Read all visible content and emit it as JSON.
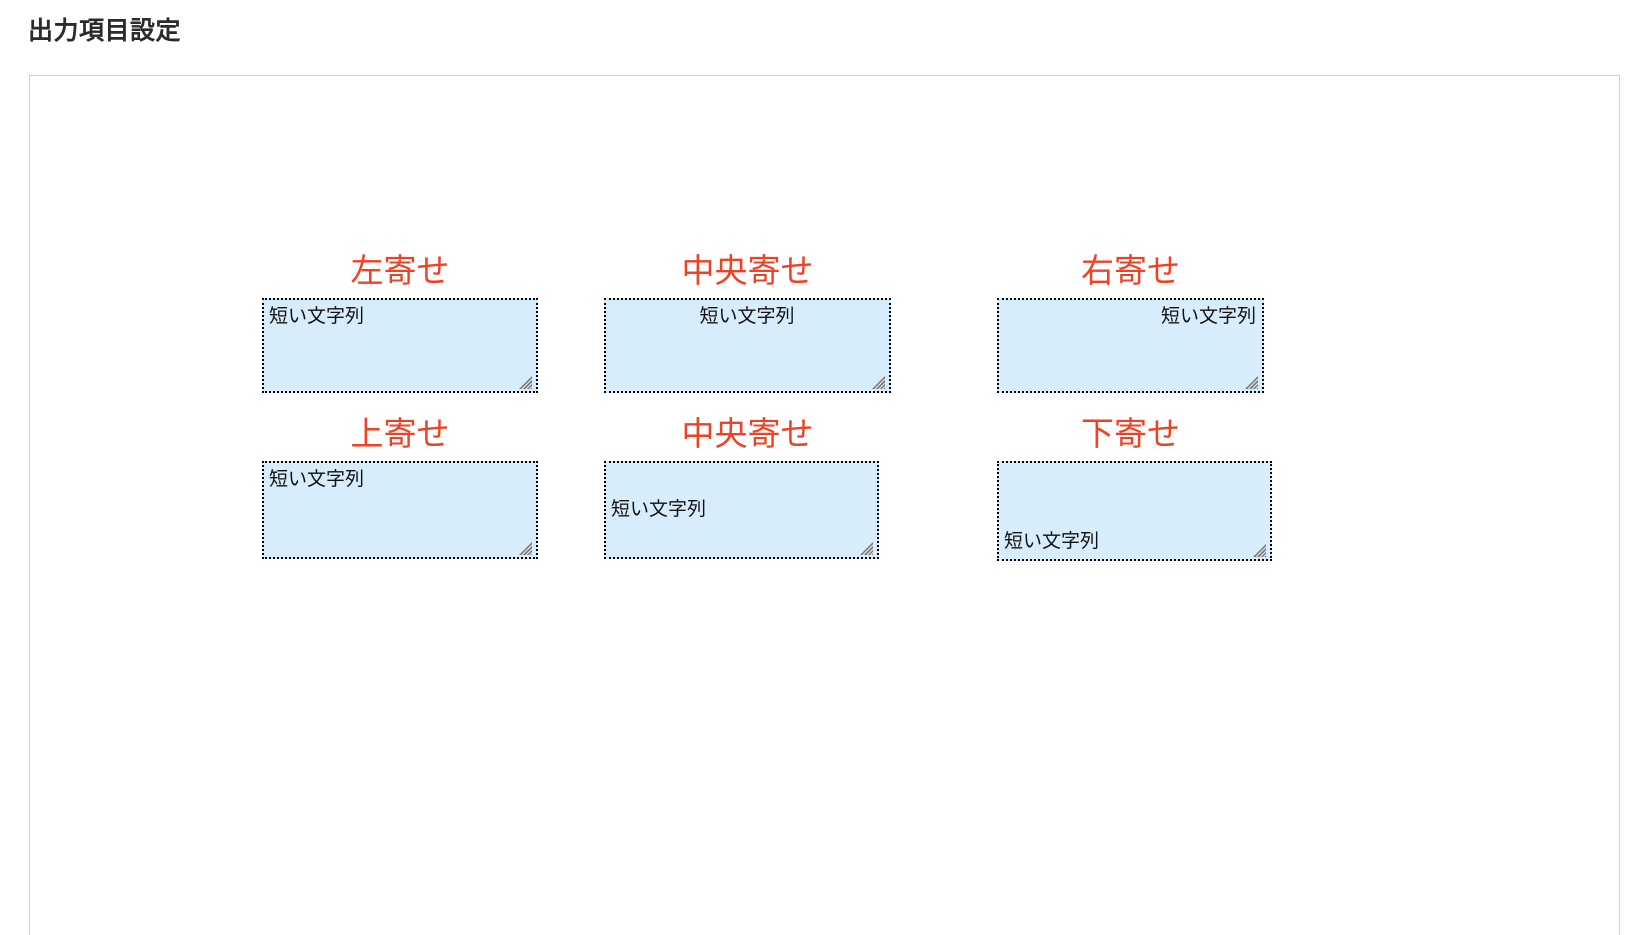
{
  "page": {
    "title": "出力項目設定"
  },
  "colors": {
    "label_accent": "#ef4123",
    "textarea_background": "#d8edfb",
    "textarea_border": "#000000",
    "panel_border": "#cfcfcf",
    "title_text": "#2b2b2b"
  },
  "grid": {
    "rows": [
      {
        "name": "horizontal-alignment-row",
        "cells": [
          {
            "label": "左寄せ",
            "value": "短い文字列",
            "align": "left",
            "valign": "top"
          },
          {
            "label": "中央寄せ",
            "value": "短い文字列",
            "align": "center",
            "valign": "top"
          },
          {
            "label": "右寄せ",
            "value": "短い文字列",
            "align": "right",
            "valign": "top"
          }
        ]
      },
      {
        "name": "vertical-alignment-row",
        "cells": [
          {
            "label": "上寄せ",
            "value": "短い文字列",
            "align": "left",
            "valign": "top"
          },
          {
            "label": "中央寄せ",
            "value": "短い文字列",
            "align": "left",
            "valign": "middle"
          },
          {
            "label": "下寄せ",
            "value": "短い文字列",
            "align": "left",
            "valign": "bottom"
          }
        ]
      }
    ]
  },
  "icons": {
    "resize_grip": "resize-grip-icon"
  }
}
